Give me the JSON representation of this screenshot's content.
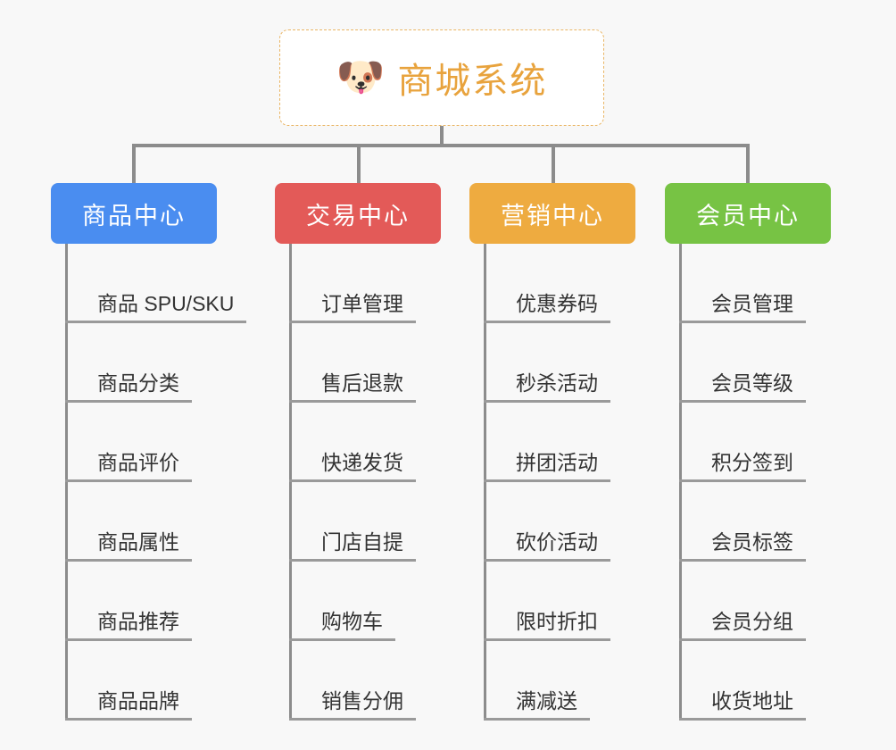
{
  "root": {
    "icon": "dog-face-emoji",
    "icon_glyph": "🐶",
    "title": "商城系统",
    "title_color": "#e8a33d",
    "border_color": "#e9b564"
  },
  "background_color": "#f8f8f8",
  "connector_color": "#8c8c8c",
  "columns": [
    {
      "id": "product-center",
      "title": "商品中心",
      "color": "#4a8df0",
      "items": [
        "商品 SPU/SKU",
        "商品分类",
        "商品评价",
        "商品属性",
        "商品推荐",
        "商品品牌"
      ]
    },
    {
      "id": "trade-center",
      "title": "交易中心",
      "color": "#e35a58",
      "items": [
        "订单管理",
        "售后退款",
        "快递发货",
        "门店自提",
        "购物车",
        "销售分佣"
      ]
    },
    {
      "id": "marketing-center",
      "title": "营销中心",
      "color": "#eeab40",
      "items": [
        "优惠券码",
        "秒杀活动",
        "拼团活动",
        "砍价活动",
        "限时折扣",
        "满减送"
      ]
    },
    {
      "id": "member-center",
      "title": "会员中心",
      "color": "#77c344",
      "items": [
        "会员管理",
        "会员等级",
        "积分签到",
        "会员标签",
        "会员分组",
        "收货地址"
      ]
    }
  ]
}
